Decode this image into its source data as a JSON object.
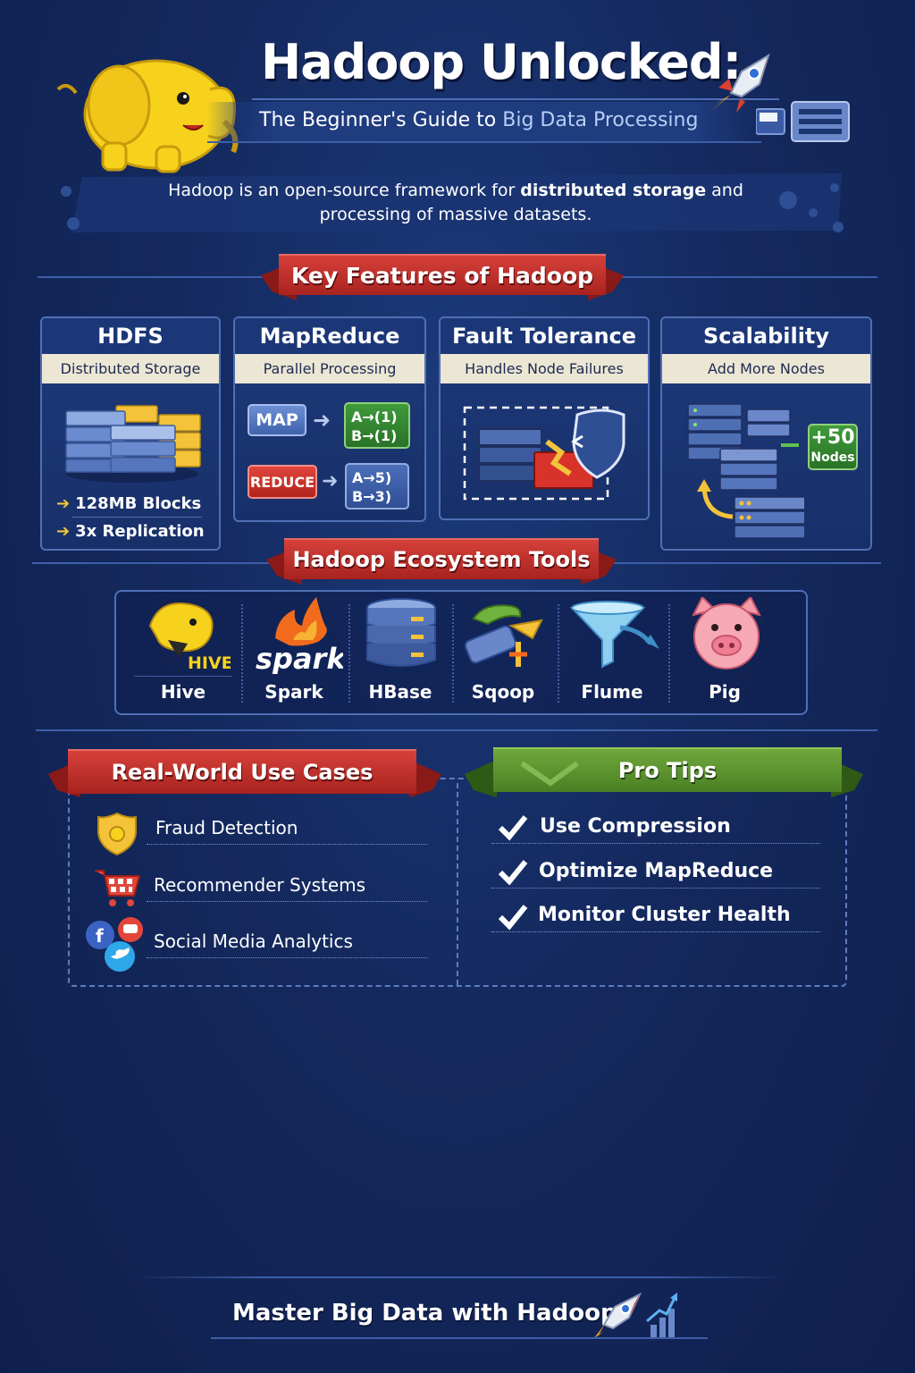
{
  "header": {
    "title": "Hadoop Unlocked:",
    "subtitle_part1": "The Beginner's Guide to ",
    "subtitle_part2": "Big Data Processing",
    "intro_part1": "Hadoop is an open-source framework for ",
    "intro_bold": "distributed storage",
    "intro_part2": " and processing of massive datasets."
  },
  "features": {
    "heading": "Key Features of Hadoop",
    "cards": [
      {
        "title": "HDFS",
        "subtitle": "Distributed Storage",
        "bullets": [
          "128MB Blocks",
          "3x Replication"
        ]
      },
      {
        "title": "MapReduce",
        "subtitle": "Parallel Processing",
        "map_label": "MAP",
        "reduce_label": "REDUCE",
        "map_out": [
          "A→(1)",
          "B→(1)"
        ],
        "reduce_out": [
          "A→5)",
          "B→3)"
        ]
      },
      {
        "title": "Fault Tolerance",
        "subtitle": "Handles Node Failures"
      },
      {
        "title": "Scalability",
        "subtitle": "Add More Nodes",
        "badge_value": "+50",
        "badge_unit": "Nodes"
      }
    ]
  },
  "ecosystem": {
    "heading": "Hadoop Ecosystem Tools",
    "tools": [
      "Hive",
      "Spark",
      "HBase",
      "Sqoop",
      "Flume",
      "Pig"
    ],
    "hive_logo_text": "HIVE",
    "spark_logo_text": "spark"
  },
  "use_cases": {
    "heading": "Real-World Use Cases",
    "items": [
      "Fraud Detection",
      "Recommender Systems",
      "Social Media Analytics"
    ]
  },
  "pro_tips": {
    "heading": "Pro Tips",
    "items": [
      "Use Compression",
      "Optimize MapReduce",
      "Monitor Cluster Health"
    ]
  },
  "footer": {
    "text": "Master Big Data with Hadoop!"
  },
  "colors": {
    "background": "#14295e",
    "ribbon_red": "#c0302b",
    "ribbon_green": "#5d942f",
    "elephant_yellow": "#f6d21c",
    "cream": "#ece6d4"
  }
}
